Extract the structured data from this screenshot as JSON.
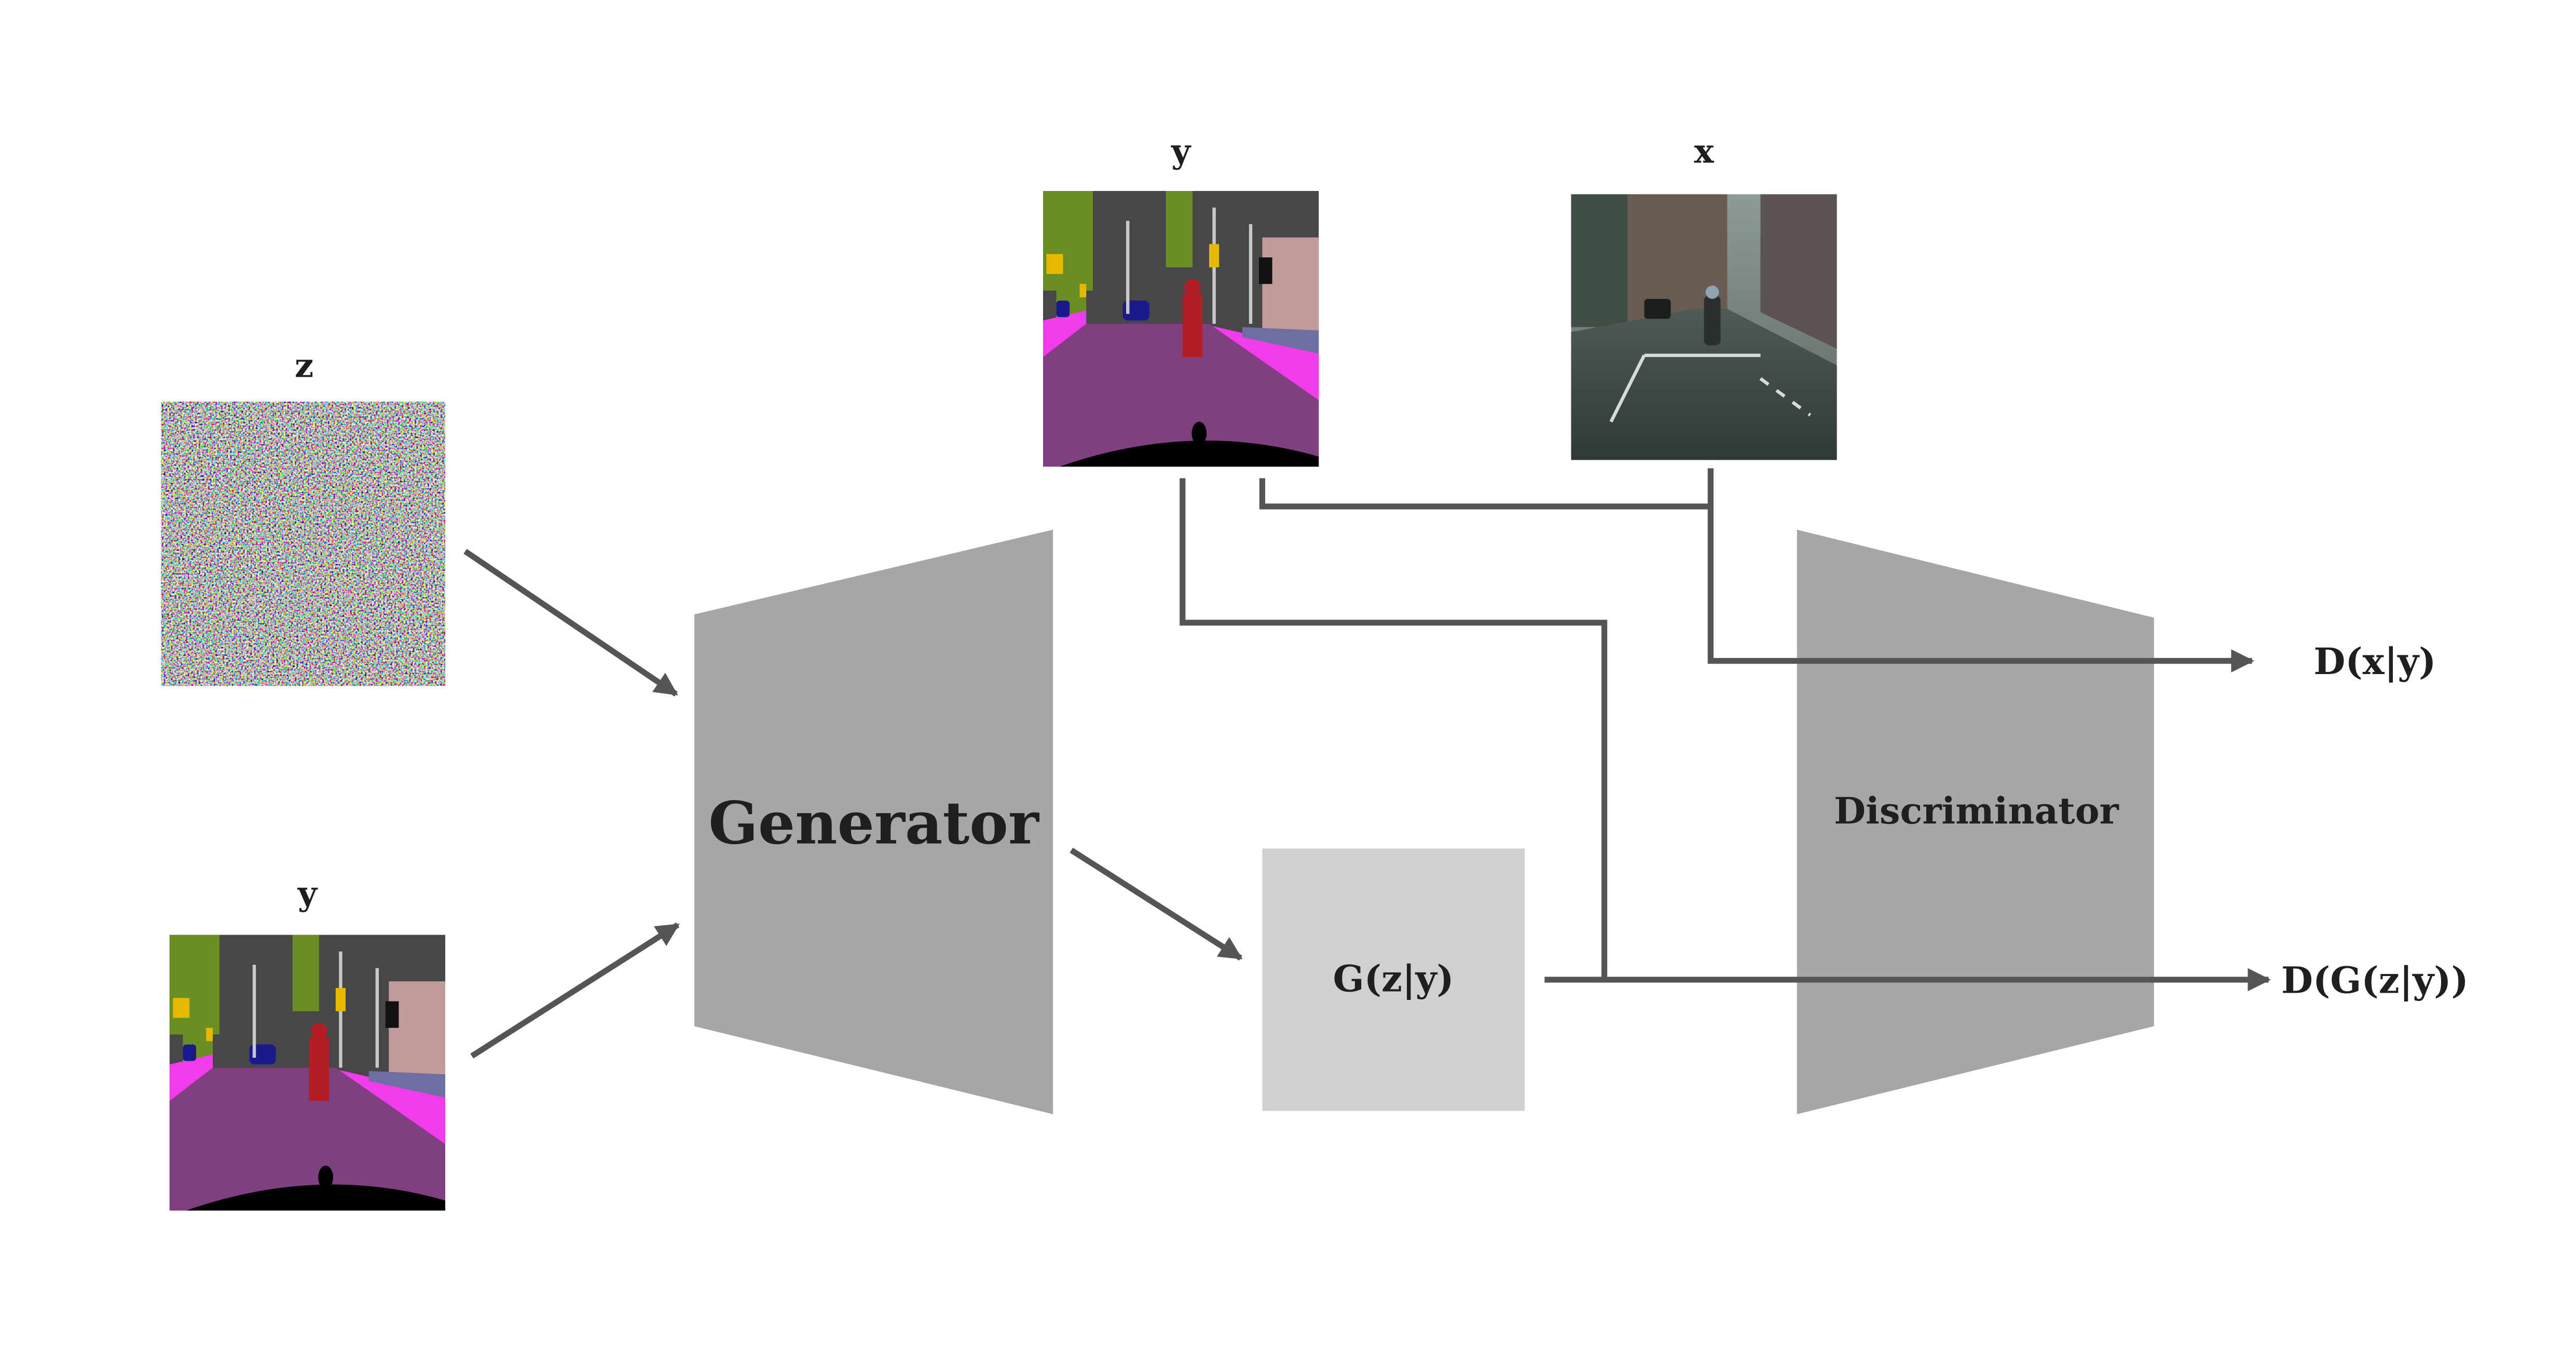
{
  "labels": {
    "z_label": "z",
    "y_label_left": "y",
    "y_label_top": "y",
    "x_label": "x",
    "generator": "Generator",
    "discriminator": "Discriminator",
    "generated": "G(z|y)",
    "d_real": "D(x|y)",
    "d_fake": "D(G(z|y))"
  },
  "colors": {
    "generator_fill": "#a6a6a6",
    "discriminator_fill": "#a6a6a6",
    "generated_box_fill": "#d1d0d1",
    "connector": "#555555",
    "text": "#1f1f1f"
  },
  "icons": {
    "noise": "random-noise-image",
    "label_map": "semantic-segmentation-map-image",
    "real_photo": "street-photo-image"
  }
}
